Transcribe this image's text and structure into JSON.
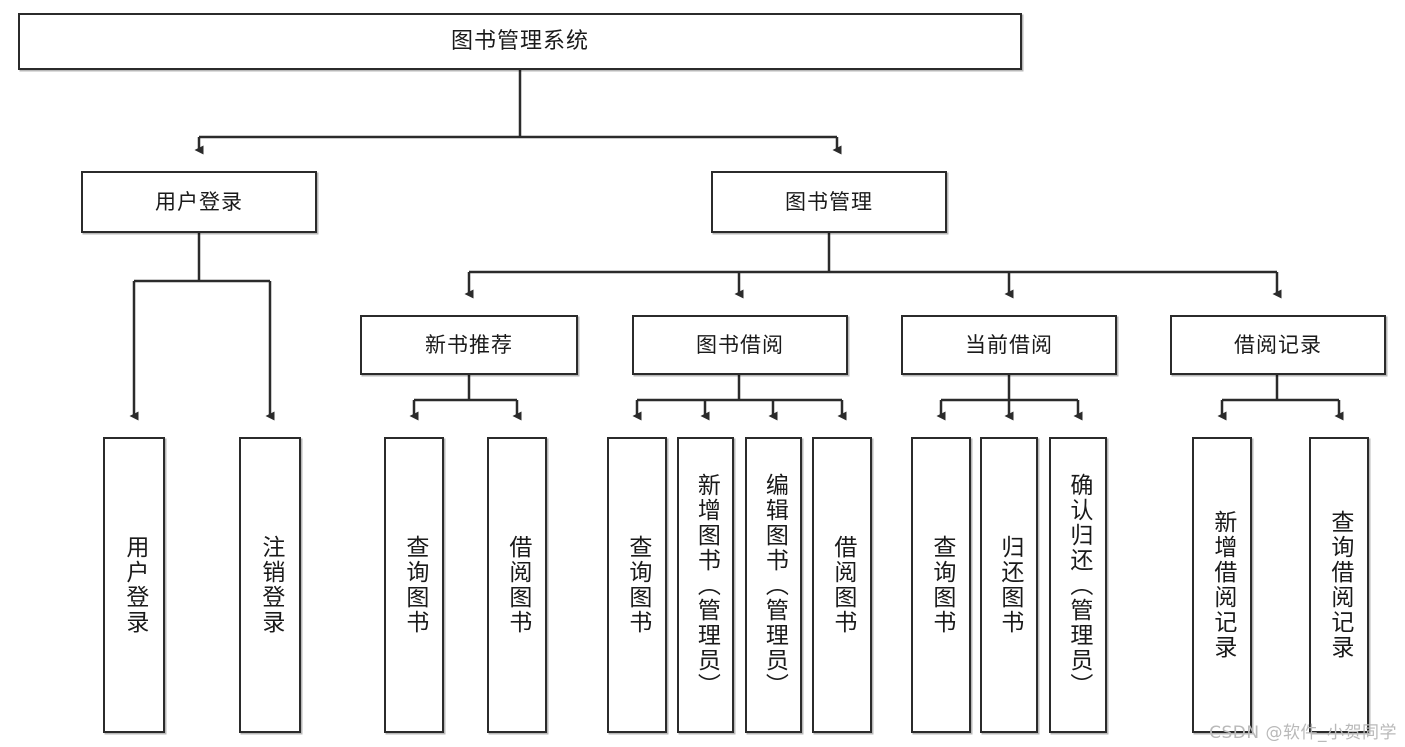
{
  "diagram": {
    "type": "tree-hierarchy-chart",
    "orientation": "top-down",
    "colors": {
      "stroke": "#2b2b2b",
      "fill": "#ffffff",
      "text": "#1a1a1a",
      "watermark": "#b9b9b9"
    },
    "root": {
      "label": "图书管理系统"
    },
    "level2": [
      {
        "label": "用户登录"
      },
      {
        "label": "图书管理"
      }
    ],
    "level3": [
      {
        "label": "新书推荐"
      },
      {
        "label": "图书借阅"
      },
      {
        "label": "当前借阅"
      },
      {
        "label": "借阅记录"
      }
    ],
    "leaves": {
      "user_login": [
        {
          "label": "用户登录"
        },
        {
          "label": "注销登录"
        }
      ],
      "new_book_recommend": [
        {
          "label": "查询图书"
        },
        {
          "label": "借阅图书"
        }
      ],
      "book_borrow": [
        {
          "label": "查询图书"
        },
        {
          "label": "新增图书（管理员）"
        },
        {
          "label": "编辑图书（管理员）"
        },
        {
          "label": "借阅图书"
        }
      ],
      "current_borrow": [
        {
          "label": "查询图书"
        },
        {
          "label": "归还图书"
        },
        {
          "label": "确认归还（管理员）"
        }
      ],
      "borrow_records": [
        {
          "label": "新增借阅记录"
        },
        {
          "label": "查询借阅记录"
        }
      ]
    }
  },
  "watermark": {
    "text": "CSDN @软件_小贺同学"
  }
}
